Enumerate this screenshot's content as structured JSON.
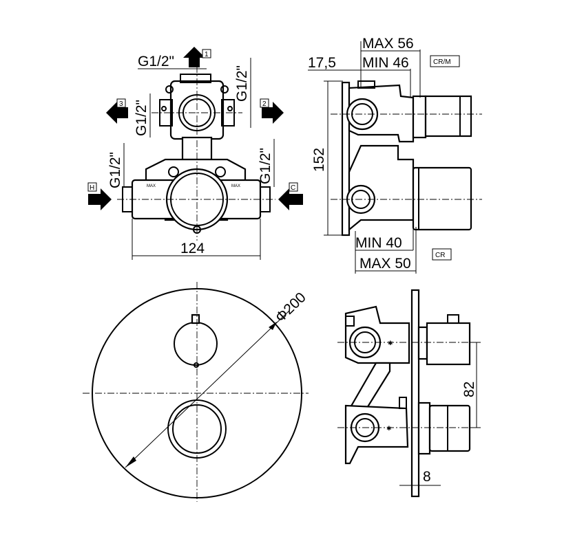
{
  "top_left_view": {
    "port_label_top": "G1/2\"",
    "port_label_upper_right": "G1/2\"",
    "port_label_upper_left": "G1/2\"",
    "port_label_lower_left": "G1/2\"",
    "port_label_lower_right": "G1/2\"",
    "outlet_1": "1",
    "outlet_2": "2",
    "outlet_3": "3",
    "inlet_hot": "H",
    "inlet_cold": "C",
    "width_dim": "124",
    "stop_mark": "MAX"
  },
  "top_right_view": {
    "max_depth": "MAX 56",
    "min_depth": "MIN 46",
    "offset": "17,5",
    "height": "152",
    "min_depth_lower": "MIN 40",
    "max_depth_lower": "MAX 50",
    "tag_upper": "CR/M",
    "tag_lower": "CR"
  },
  "front_view": {
    "diameter": "Φ200"
  },
  "side_view": {
    "spacing": "82",
    "plate_thickness": "8"
  }
}
